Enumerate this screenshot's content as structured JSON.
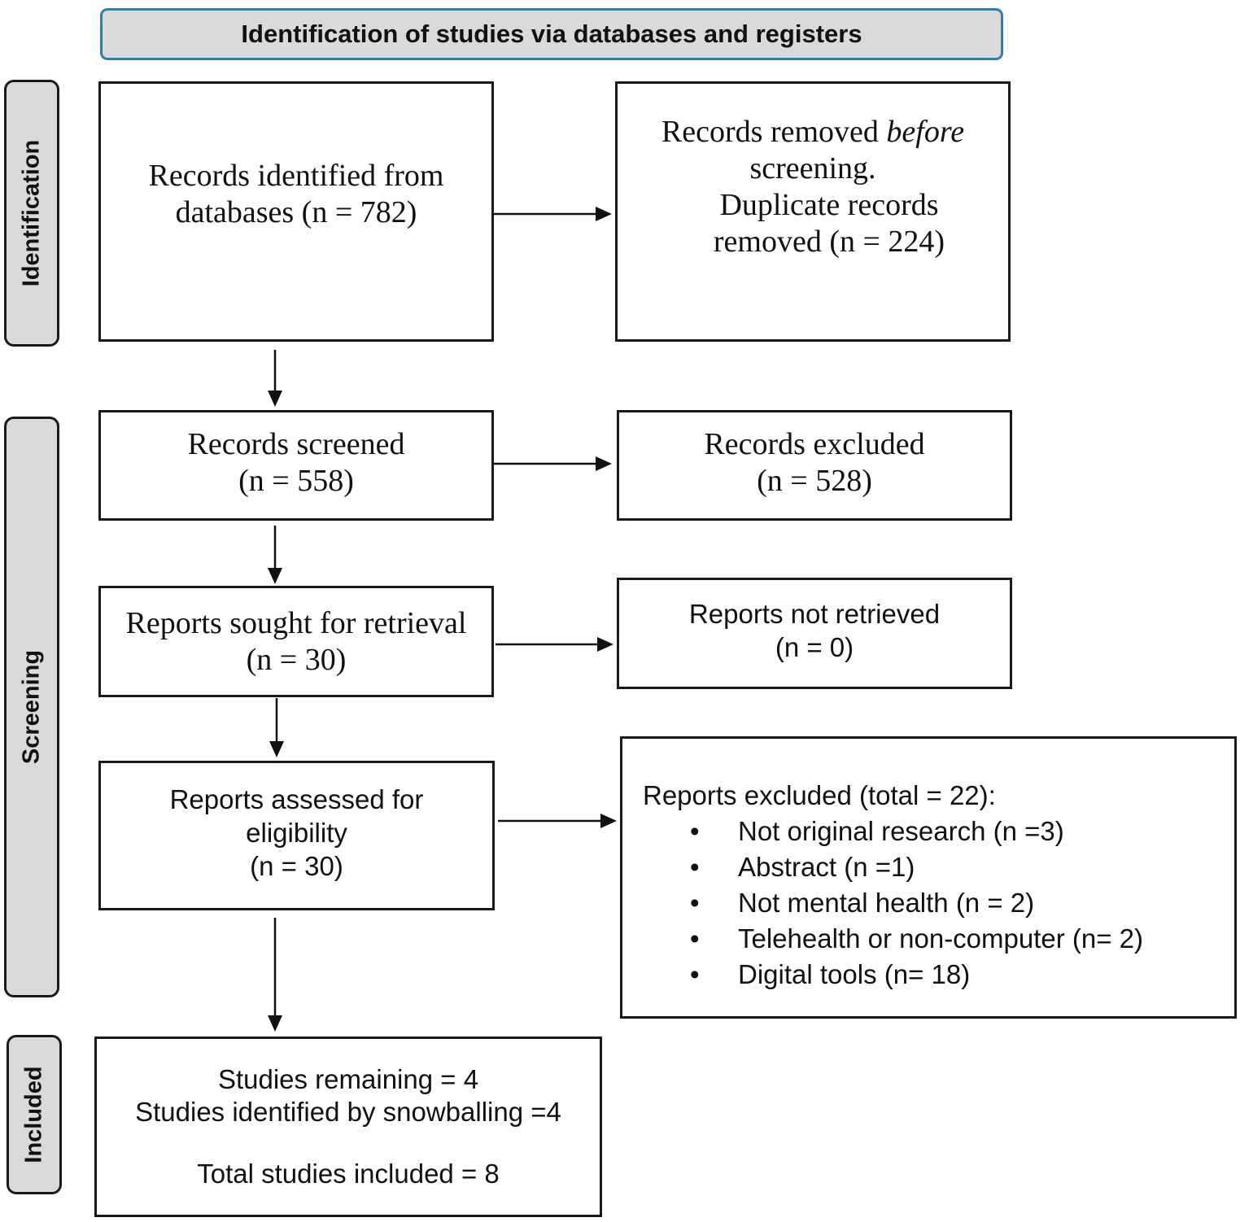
{
  "header": {
    "title": "Identification of studies via databases and registers"
  },
  "phases": {
    "identification": "Identification",
    "screening": "Screening",
    "included": "Included"
  },
  "boxes": {
    "records_identified": {
      "line1": "Records identified from",
      "line2": "databases (n = 782)"
    },
    "records_removed": {
      "line1_pre": "Records removed ",
      "line1_em": "before",
      "line2": "screening.",
      "line3": "Duplicate records",
      "line4": "removed (n = 224)"
    },
    "records_screened": {
      "line1": "Records screened",
      "line2": "(n = 558)"
    },
    "records_excluded": {
      "line1": "Records excluded",
      "line2": "(n = 528)"
    },
    "reports_sought": {
      "line1": "Reports sought for retrieval",
      "line2": "(n = 30)"
    },
    "reports_not_retrieved": {
      "line1": "Reports not retrieved",
      "line2": "(n = 0)"
    },
    "reports_assessed": {
      "line1": "Reports assessed for",
      "line2": "eligibility",
      "line3": "(n = 30)"
    },
    "reports_excluded": {
      "title": "Reports excluded (total = 22):",
      "bullet": "•",
      "items": [
        "Not original research (n =3)",
        "Abstract (n =1)",
        "Not mental health (n = 2)",
        "Telehealth or non-computer (n= 2)",
        "Digital tools (n= 18)"
      ]
    },
    "included": {
      "line1": "Studies remaining = 4",
      "line2": "Studies identified by snowballing =4",
      "line3": "Total studies included = 8"
    }
  }
}
